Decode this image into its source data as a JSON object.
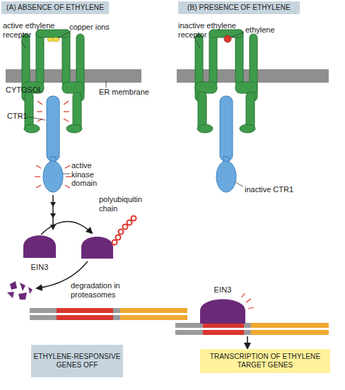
{
  "diagram": {
    "nodes": [
      {
        "text": [
          "(A) ABSENCE OF ETHYLENE"
        ]
      },
      {
        "text": [
          "(B) PRESENCE OF ETHYLENE"
        ]
      },
      {
        "text": [
          "EIN3"
        ]
      },
      {
        "text": [
          "ETHYLENE-RESPONSIVE GENES OFF"
        ]
      },
      {
        "text": [
          "EIN3"
        ]
      },
      {
        "text": [
          "TRANSCRIPTION OF ETHYLENE TARGET GENES"
        ]
      }
    ],
    "labels": [
      "active ethylene receptor",
      "copper ions",
      "CYTOSOL",
      "ER membrane",
      "CTR1",
      "active kinase domain",
      "polyubiquitin chain",
      "degradation in proteasomes",
      "inactive ethylene receptor",
      "ethylene",
      "inactive CTR1"
    ]
  }
}
